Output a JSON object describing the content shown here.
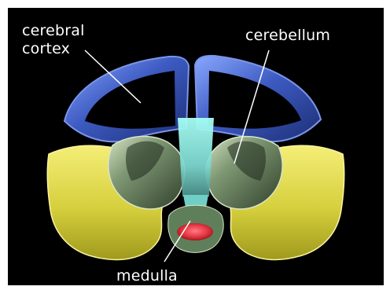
{
  "labels": {
    "cerebral_line1": "cerebral",
    "cerebral_line2": "cortex",
    "cerebellum": "cerebellum",
    "medulla": "medulla"
  },
  "colors": {
    "background": "#000000",
    "cortex_blue": "#3f5fbf",
    "cerebellum_green": "#5f7a55",
    "yellow_mass": "#e3d84d",
    "cyan_stem": "#8fe3d8",
    "medulla_red": "#e2343f"
  }
}
